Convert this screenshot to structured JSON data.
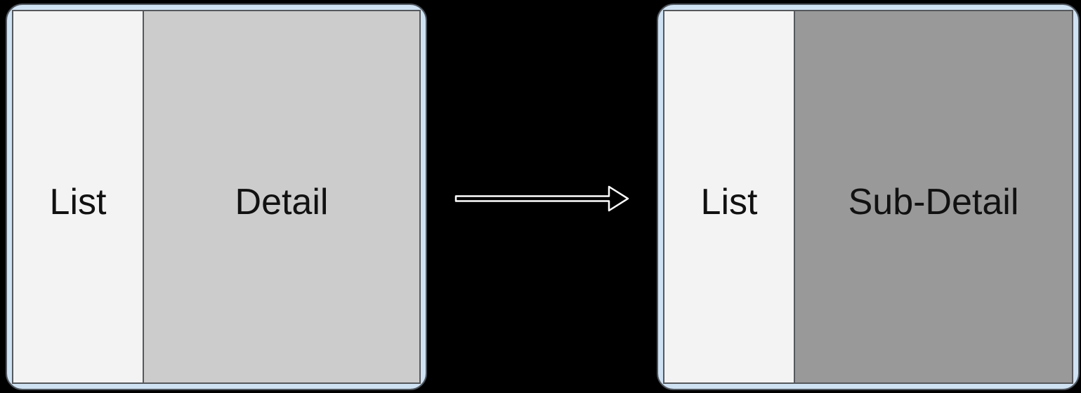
{
  "diagram": {
    "background_color": "#000000",
    "device_frame_color": "#cfe2f3",
    "frame_border_color": "#50565e",
    "screen_border_color": "#55585c",
    "arrow_color": "#ffffff",
    "before": {
      "list": {
        "label": "List",
        "bg": "#f3f3f3"
      },
      "detail": {
        "label": "Detail",
        "bg": "#cccccc"
      }
    },
    "after": {
      "list": {
        "label": "List",
        "bg": "#f3f3f3"
      },
      "detail": {
        "label": "Sub-Detail",
        "bg": "#999999"
      }
    }
  }
}
